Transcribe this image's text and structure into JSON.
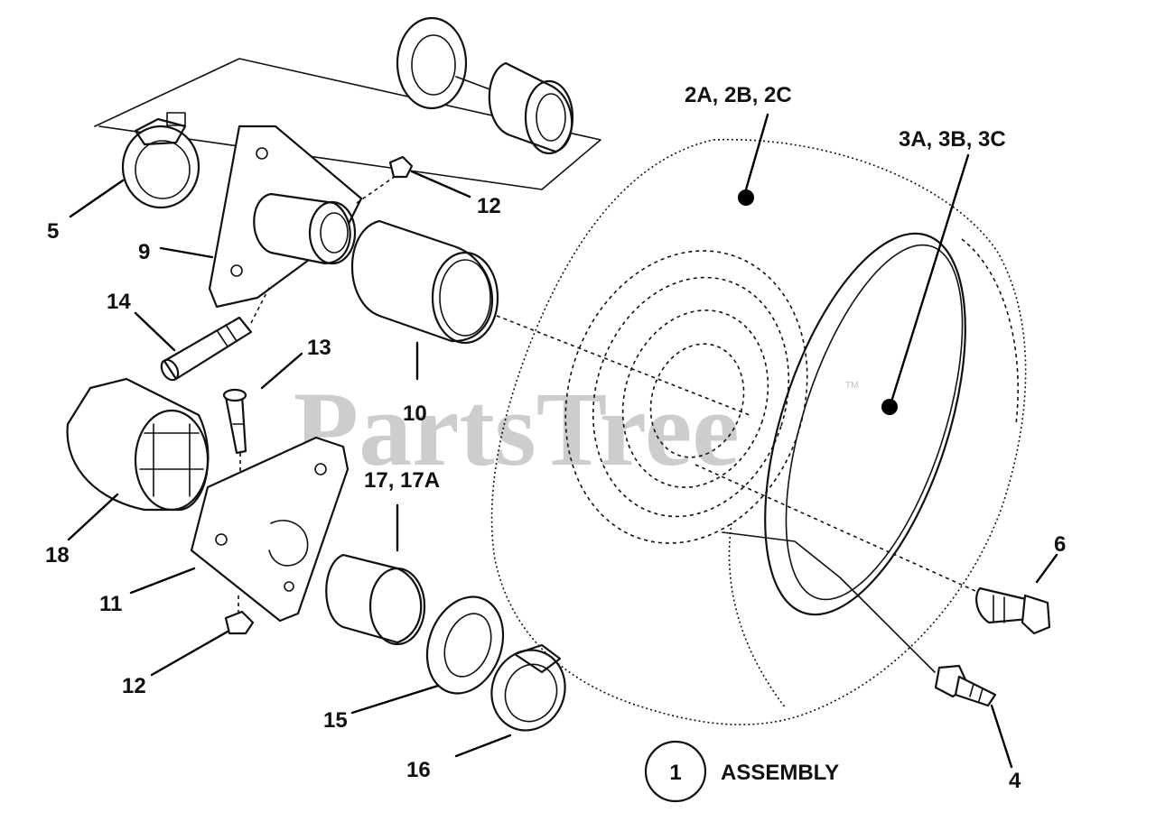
{
  "watermark": {
    "text": "PartsTree",
    "tm": "TM"
  },
  "callouts": {
    "c2": "2A, 2B, 2C",
    "c3": "3A, 3B, 3C",
    "c4": "4",
    "c5": "5",
    "c6": "6",
    "c9": "9",
    "c10": "10",
    "c11": "11",
    "c12a": "12",
    "c12b": "12",
    "c13": "13",
    "c14": "14",
    "c15": "15",
    "c16": "16",
    "c17": "17, 17A",
    "c18": "18"
  },
  "assembly": {
    "number": "1",
    "label": "ASSEMBLY"
  }
}
